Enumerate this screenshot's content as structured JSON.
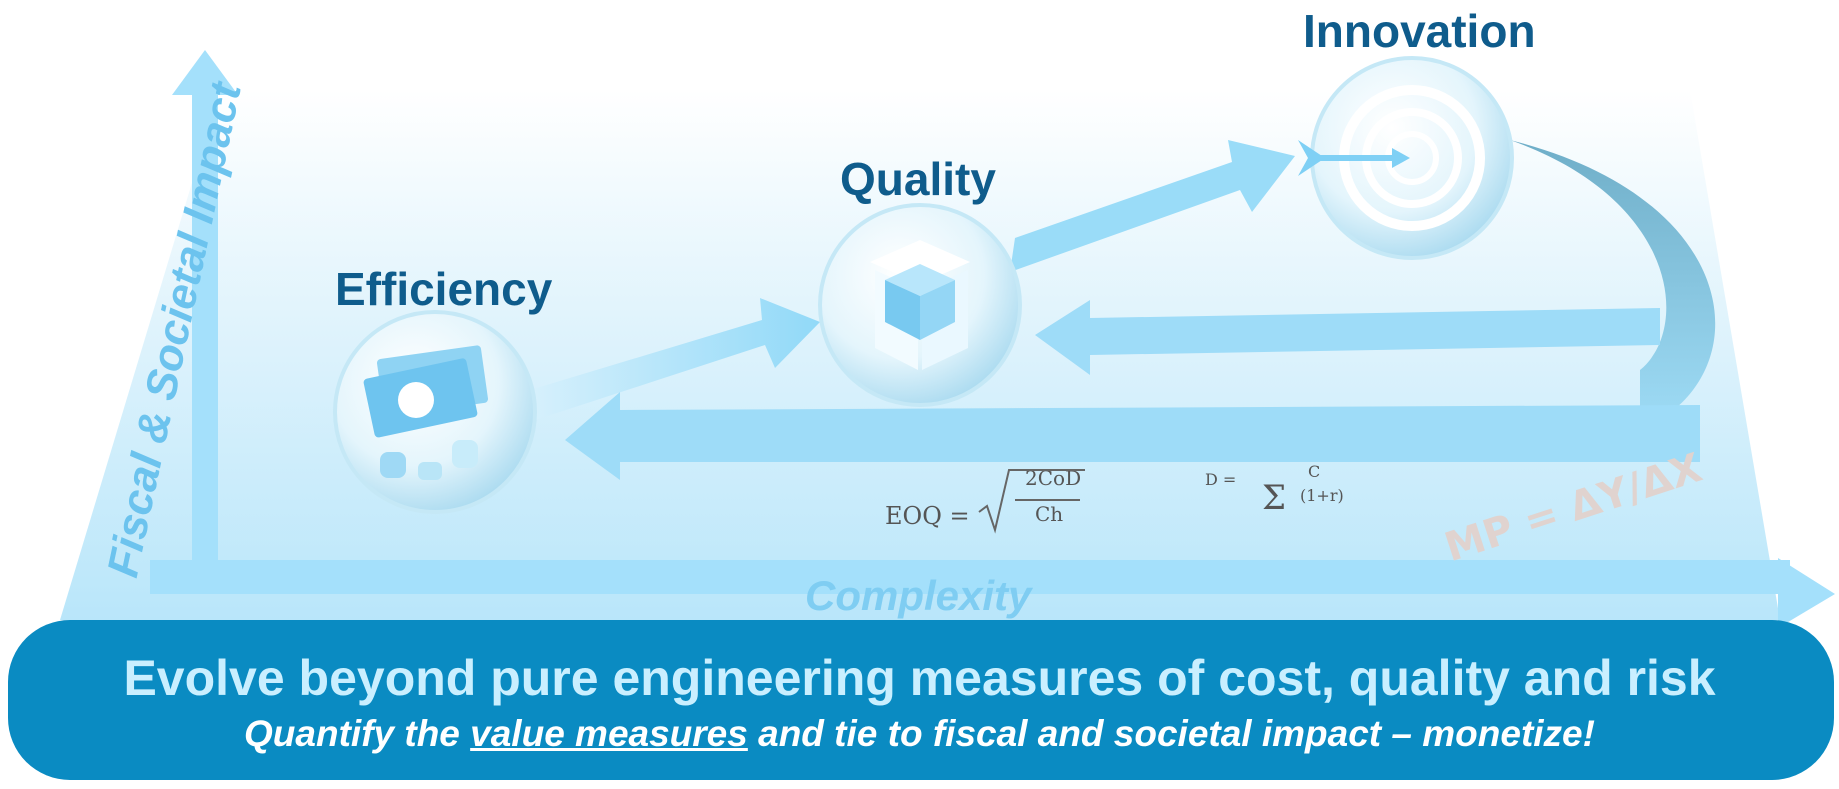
{
  "diagram": {
    "nodes": [
      {
        "id": "efficiency",
        "label": "Efficiency",
        "icon": "money-icon"
      },
      {
        "id": "quality",
        "label": "Quality",
        "icon": "cube-icon"
      },
      {
        "id": "innovation",
        "label": "Innovation",
        "icon": "target-icon"
      }
    ],
    "axes": {
      "x_label": "Complexity",
      "y_label": "Fiscal & Societal Impact"
    },
    "formulas": {
      "eoq_left": "EOQ =",
      "eoq_num": "2CoD",
      "eoq_den": "Ch",
      "npv_left": "D =",
      "npv_num": "C",
      "npv_den": "(1+r)",
      "mp": "MP = ΔY/ΔX"
    },
    "colors": {
      "background_light": "#e6f6fd",
      "arrow": "#8ed8f8",
      "banner": "#0a8bc2",
      "node_label": "#0f5c8c"
    }
  },
  "banner": {
    "title": "Evolve beyond pure engineering measures of cost, quality and risk",
    "subtitle_pre": "Quantify the ",
    "subtitle_underlined": "value measures",
    "subtitle_post": " and tie to fiscal and societal impact – monetize!"
  }
}
